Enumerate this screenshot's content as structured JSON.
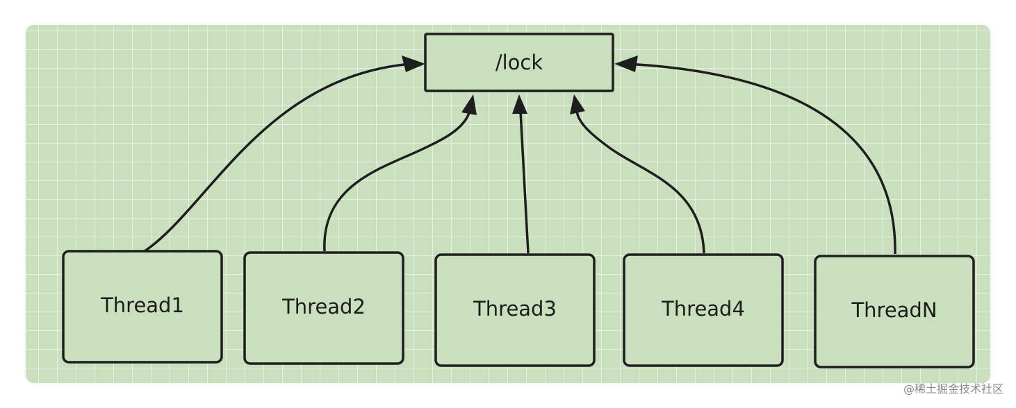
{
  "colors": {
    "background": "#cadfbd",
    "stroke": "#1e1e1e",
    "text": "#1c1c1c",
    "grid": "#ffffff"
  },
  "lock_node": {
    "label": "/lock"
  },
  "thread_nodes": [
    {
      "label": "Thread1"
    },
    {
      "label": "Thread2"
    },
    {
      "label": "Thread3"
    },
    {
      "label": "Thread4"
    },
    {
      "label": "ThreadN"
    }
  ],
  "edges": [
    {
      "from": "Thread1",
      "to": "/lock"
    },
    {
      "from": "Thread2",
      "to": "/lock"
    },
    {
      "from": "Thread3",
      "to": "/lock"
    },
    {
      "from": "Thread4",
      "to": "/lock"
    },
    {
      "from": "ThreadN",
      "to": "/lock"
    }
  ],
  "watermark": {
    "text": "@稀土掘金技术社区"
  }
}
